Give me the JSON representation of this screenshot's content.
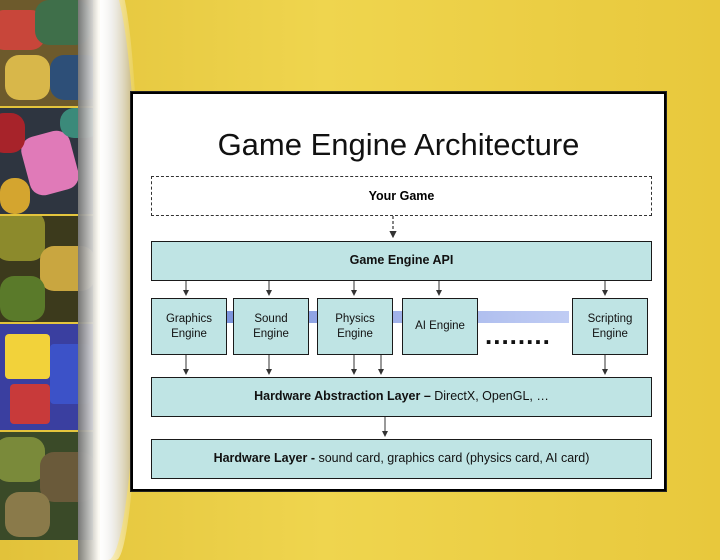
{
  "diagram": {
    "title": "Game Engine Architecture",
    "your_game": "Your Game",
    "api": "Game Engine API",
    "engines": [
      {
        "line1": "Graphics",
        "line2": "Engine"
      },
      {
        "line1": "Sound",
        "line2": "Engine"
      },
      {
        "line1": "Physics",
        "line2": "Engine"
      },
      {
        "line1": "AI Engine",
        "line2": ""
      },
      {
        "line1": "Scripting",
        "line2": "Engine"
      }
    ],
    "ellipsis": "........",
    "hal": {
      "bold": "Hardware Abstraction Layer –",
      "rest": " DirectX, OpenGL, …"
    },
    "hw": {
      "bold": "Hardware Layer -",
      "rest": " sound card, graphics card (physics card, AI card)"
    }
  },
  "colors": {
    "box_fill": "#bfe4e4",
    "background": "#e8c83c",
    "highlight_arrow": "#5a7bd8"
  }
}
